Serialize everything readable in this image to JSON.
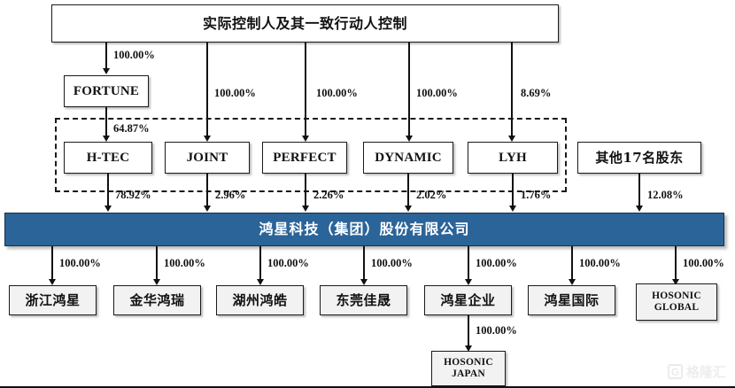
{
  "diagram": {
    "title": "实际控制人及其一致行动人控制",
    "accent_color": "#2b6499",
    "box_fill": "#f2f2f2",
    "line_color": "#111111"
  },
  "top": {
    "label": "实际控制人及其一致行动人控制"
  },
  "intermediate": {
    "fortune": {
      "label": "FORTUNE",
      "pct_from_top": "100.00%",
      "pct_to_htec": "64.87%"
    }
  },
  "holders": [
    {
      "label": "H-TEC",
      "pct_from_parent": "64.87%",
      "pct_to_company": "78.92%"
    },
    {
      "label": "JOINT",
      "pct_from_parent": "100.00%",
      "pct_to_company": "2.96%"
    },
    {
      "label": "PERFECT",
      "pct_from_parent": "100.00%",
      "pct_to_company": "2.26%"
    },
    {
      "label": "DYNAMIC",
      "pct_from_parent": "100.00%",
      "pct_to_company": "2.02%"
    },
    {
      "label": "LYH",
      "pct_from_parent": "8.69%",
      "pct_to_company": "1.76%"
    }
  ],
  "other_shareholders": {
    "label": "其他17名股东",
    "pct_to_company": "12.08%"
  },
  "company": {
    "label": "鸿星科技（集团）股份有限公司"
  },
  "subsidiaries": [
    {
      "label": "浙江鸿星",
      "pct": "100.00%",
      "lang": "cn"
    },
    {
      "label": "金华鸿瑞",
      "pct": "100.00%",
      "lang": "cn"
    },
    {
      "label": "湖州鸿皓",
      "pct": "100.00%",
      "lang": "cn"
    },
    {
      "label": "东莞佳晟",
      "pct": "100.00%",
      "lang": "cn"
    },
    {
      "label": "鸿星企业",
      "pct": "100.00%",
      "lang": "cn"
    },
    {
      "label": "鸿星国际",
      "pct": "100.00%",
      "lang": "cn"
    },
    {
      "label": "HOSONIC GLOBAL",
      "pct": "100.00%",
      "lang": "en"
    }
  ],
  "sub_subsidiary": {
    "label": "HOSONIC JAPAN",
    "pct": "100.00%",
    "parent": "鸿星企业"
  },
  "watermark": {
    "logo_glyph": "G",
    "text": "格隆汇"
  }
}
